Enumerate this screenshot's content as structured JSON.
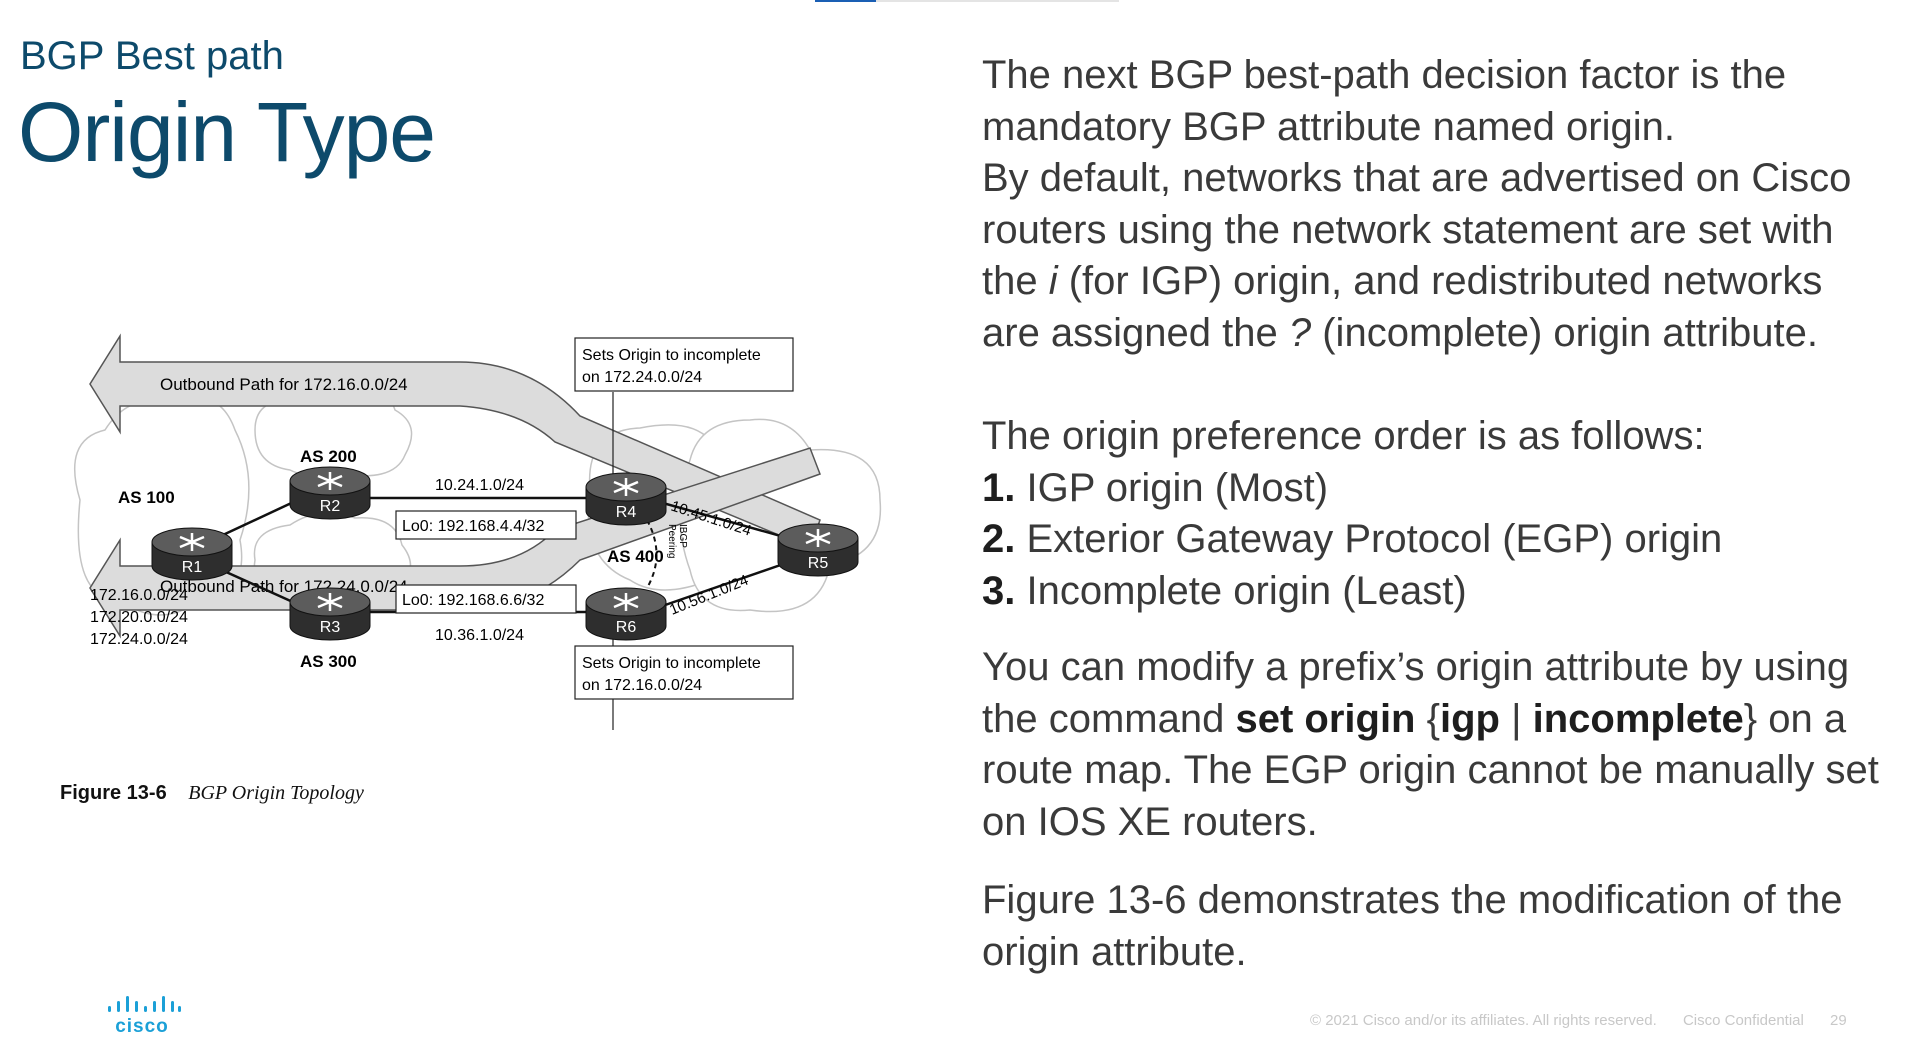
{
  "header": {
    "subtitle": "BGP Best path",
    "title": "Origin Type"
  },
  "progress": {
    "value": 0.2
  },
  "figure": {
    "arrow_top_label": "Outbound Path for 172.16.0.0/24",
    "arrow_bottom_label": "Outbound Path for 172.24.0.0/24",
    "box_top": [
      "Sets Origin to incomplete",
      "on 172.24.0.0/24"
    ],
    "box_bottom": [
      "Sets Origin to incomplete",
      "on 172.16.0.0/24"
    ],
    "as100": "AS 100",
    "as200": "AS 200",
    "as300": "AS 300",
    "as400": "AS 400",
    "routers": {
      "r1": "R1",
      "r2": "R2",
      "r3": "R3",
      "r4": "R4",
      "r5": "R5",
      "r6": "R6"
    },
    "r1_networks": [
      "172.16.0.0/24",
      "172.20.0.0/24",
      "172.24.0.0/24"
    ],
    "link_r2_r4": "10.24.1.0/24",
    "link_r3_r6": "10.36.1.0/24",
    "link_r4_r5": "10.45.1.0/24",
    "link_r6_r5": "10.56.1.0/24",
    "lo_r4": "Lo0: 192.168.4.4/32",
    "lo_r6": "Lo0: 192.168.6.6/32",
    "ibgp": [
      "IBGP",
      "Peering"
    ]
  },
  "caption": {
    "number": "Figure 13-6",
    "title": "BGP Origin Topology"
  },
  "body": {
    "p1": "The next BGP best-path decision factor is the mandatory BGP attribute named origin.",
    "p2_a": "By default, networks that are advertised on Cisco routers using the network statement are set with the ",
    "p2_i": "i",
    "p2_b": " (for IGP) origin, and redistributed networks are assigned the ",
    "p2_q": "?",
    "p2_c": " (incomplete) origin attribute.",
    "p3": "The origin preference order is as follows:",
    "list": [
      {
        "num": "1.",
        "text": " IGP origin (Most)"
      },
      {
        "num": "2.",
        "text": " Exterior Gateway Protocol (EGP) origin"
      },
      {
        "num": "3.",
        "text": " Incomplete origin (Least)"
      }
    ],
    "p4_a": "You can modify a prefix’s origin attribute by using the command ",
    "p4_cmd1": "set origin",
    "p4_brace1": " {",
    "p4_cmd2": "igp",
    "p4_pipe": " | ",
    "p4_cmd3": "incomplete",
    "p4_brace2": "}",
    "p4_b": " on a route map. The EGP origin cannot be manually set on IOS XE routers.",
    "p5": "Figure 13-6 demonstrates the modification of the origin attribute."
  },
  "footer": {
    "copyright": "© 2021 Cisco and/or its affiliates. All rights reserved.",
    "confidential": "Cisco Confidential",
    "page": "29"
  },
  "logo": {
    "text": "cisco"
  },
  "colors": {
    "title": "#0d4a6b",
    "body": "#3a3a3a",
    "progress": "#1a5fb4"
  }
}
